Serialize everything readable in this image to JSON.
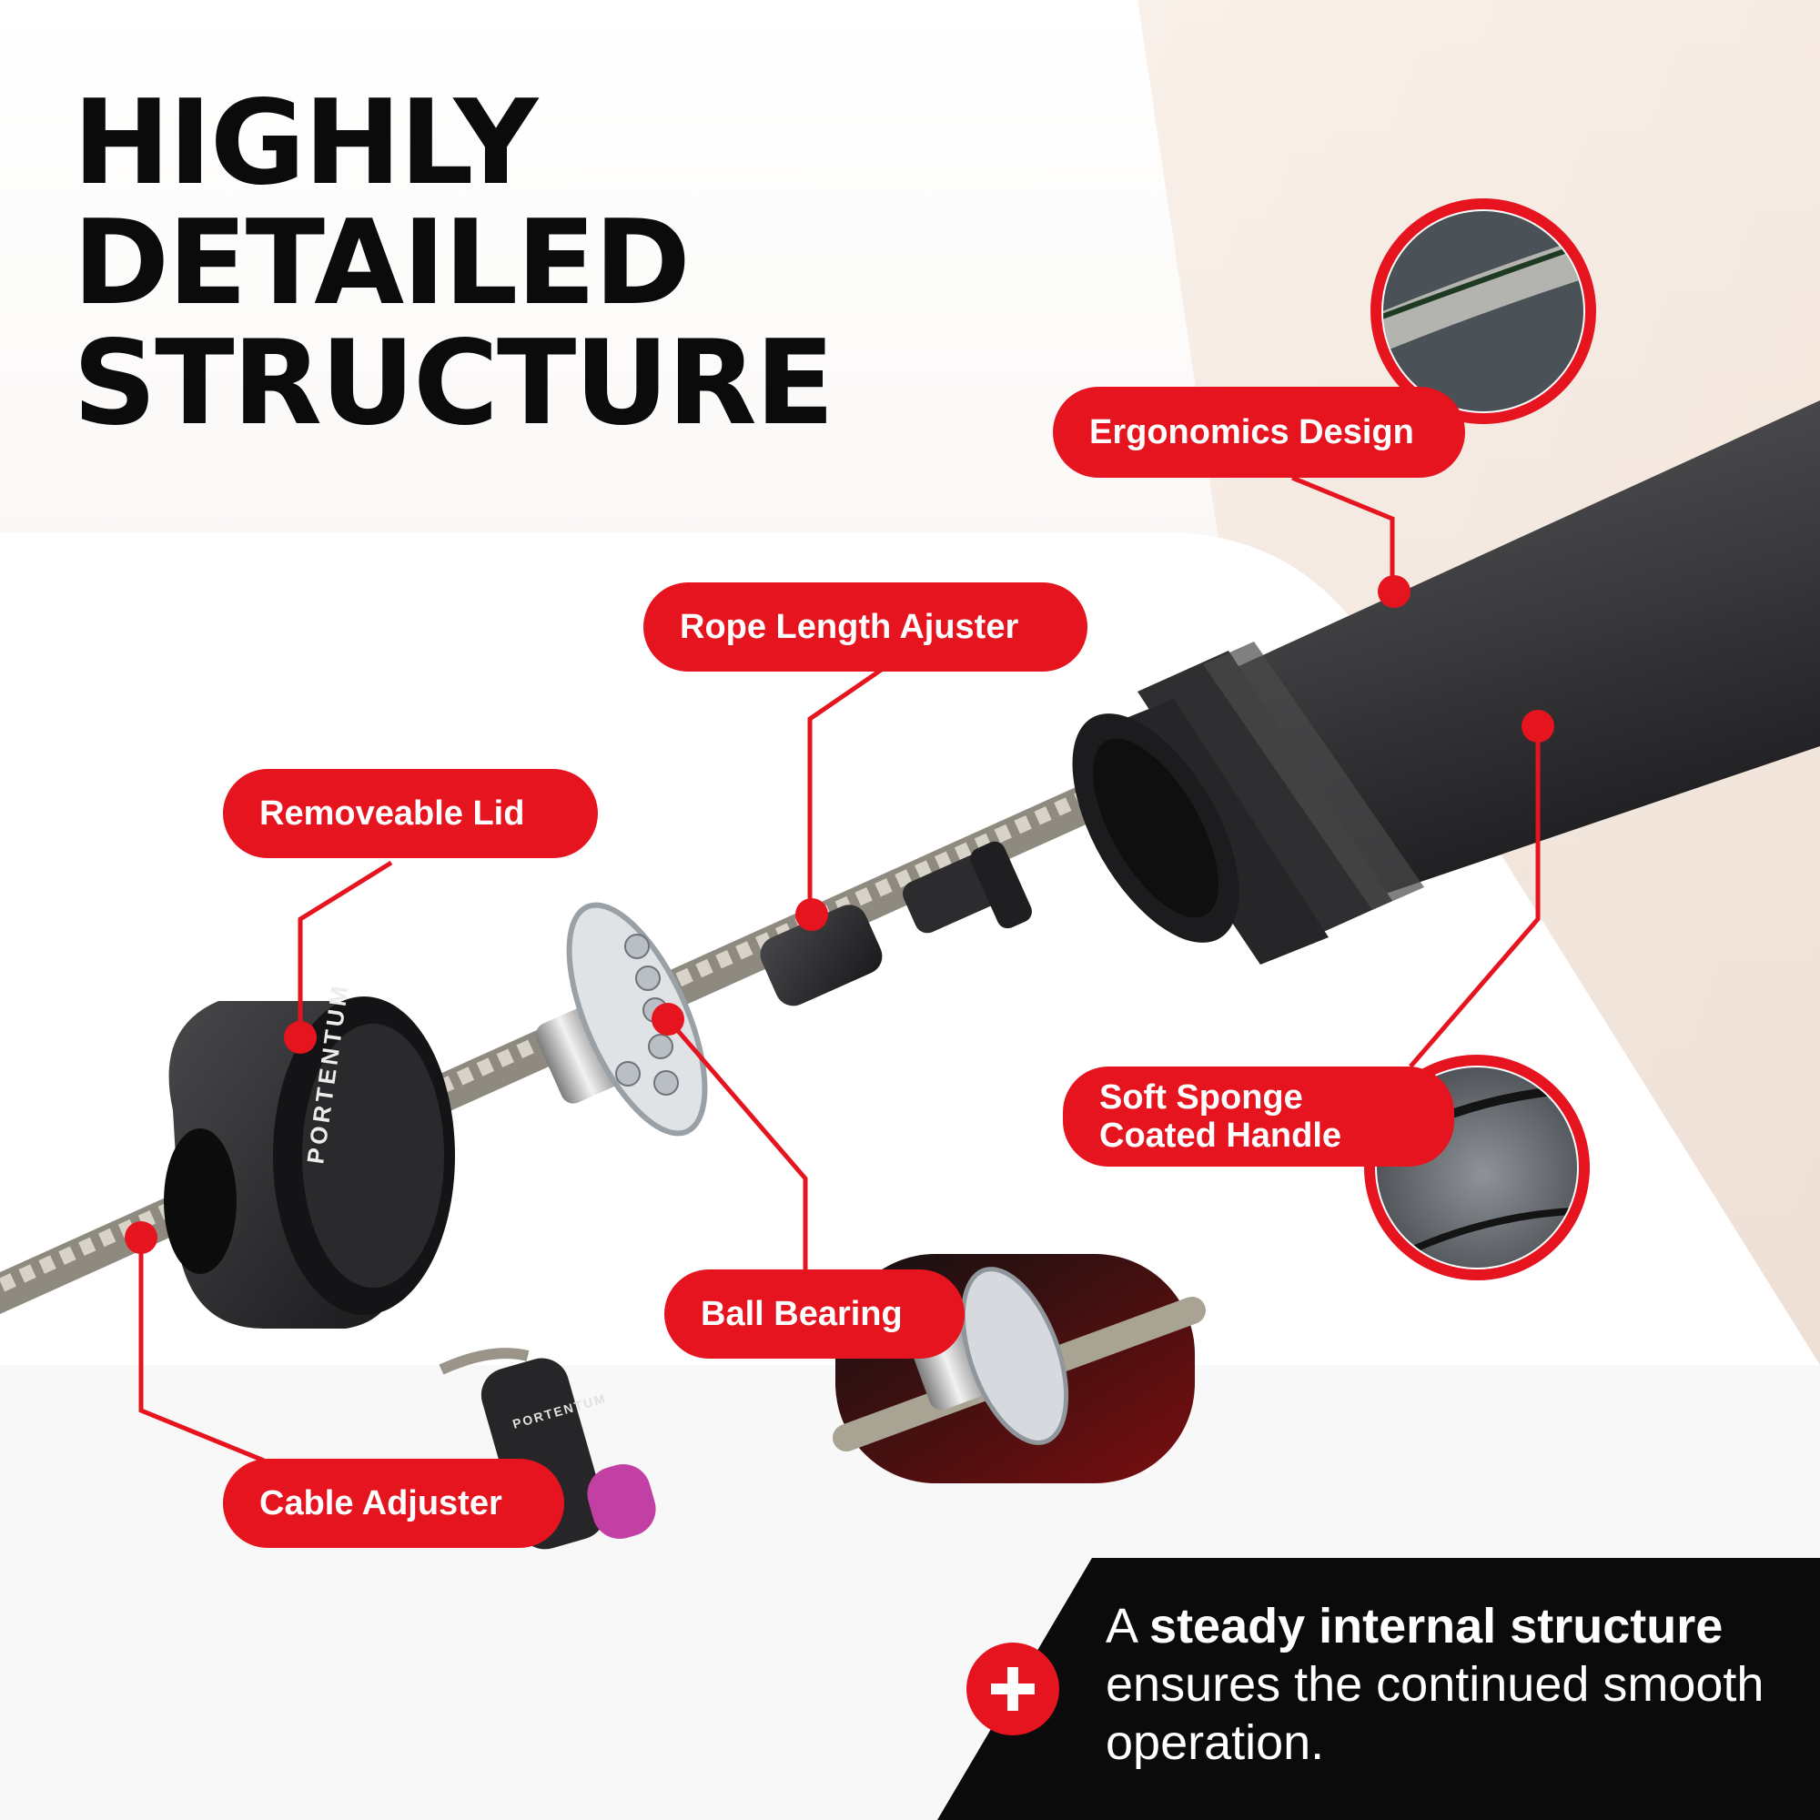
{
  "headline": {
    "line1": "HIGHLY",
    "line2": "DETAILED",
    "line3": "STRUCTURE"
  },
  "callouts": {
    "ergonomics": "Ergonomics Design",
    "rope_length": "Rope Length Ajuster",
    "removeable_lid": "Removeable Lid",
    "soft_sponge_line1": "Soft Sponge",
    "soft_sponge_line2": "Coated Handle",
    "ball_bearing": "Ball Bearing",
    "cable_adjuster": "Cable Adjuster"
  },
  "brand": "PORTENTUM",
  "tagline": {
    "prefix": "A ",
    "bold": "steady internal structure",
    "rest": " ensures the continued smooth operation."
  },
  "colors": {
    "accent": "#e5141f",
    "dark": "#0b0b0b",
    "handle": "#3a3a3c"
  },
  "icons": {
    "feature": "plus-icon"
  }
}
